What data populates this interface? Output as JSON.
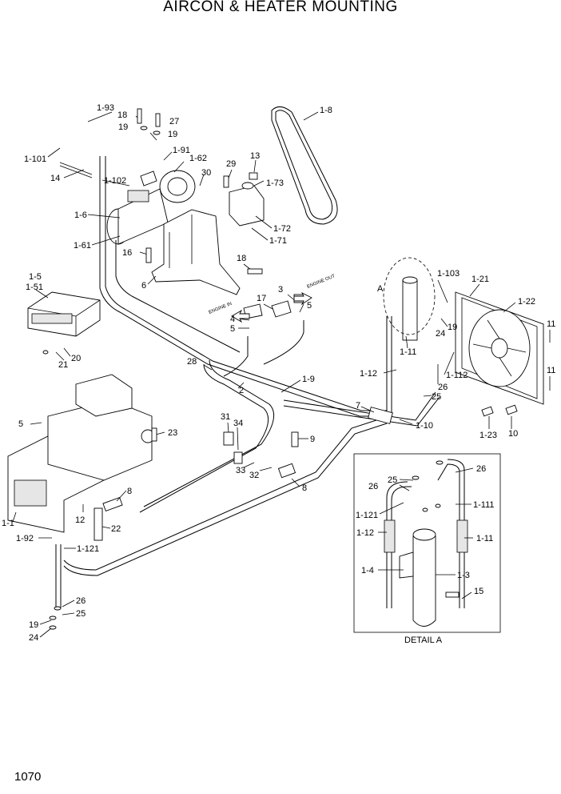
{
  "title": "AIRCON & HEATER MOUNTING",
  "page_number": "1070",
  "detail_caption": "DETAIL A",
  "detail_ref": "A",
  "flow_labels": {
    "engine_in": "ENGINE IN",
    "engine_out": "ENGINE OUT"
  },
  "part_labels": [
    "1-93",
    "18",
    "27",
    "19",
    "19",
    "1-91",
    "1-101",
    "14",
    "1-102",
    "1-62",
    "30",
    "29",
    "13",
    "1-73",
    "1-8",
    "1-6",
    "1-61",
    "1-72",
    "1-71",
    "16",
    "6",
    "18",
    "1-5",
    "1-51",
    "3",
    "5",
    "17",
    "4",
    "5",
    "1-103",
    "1-21",
    "1-22",
    "19",
    "24",
    "11",
    "1-11",
    "1-12",
    "1-112",
    "26",
    "25",
    "11",
    "21",
    "20",
    "28",
    "2",
    "1-9",
    "7",
    "1-10",
    "1-23",
    "10",
    "5",
    "23",
    "31",
    "34",
    "9",
    "33",
    "32",
    "8",
    "8",
    "1-1",
    "12",
    "22",
    "25",
    "26",
    "26",
    "1-121",
    "1-111",
    "1-12",
    "1-11",
    "1-4",
    "1-3",
    "15",
    "1-92",
    "1-121",
    "26",
    "25",
    "19",
    "24"
  ]
}
